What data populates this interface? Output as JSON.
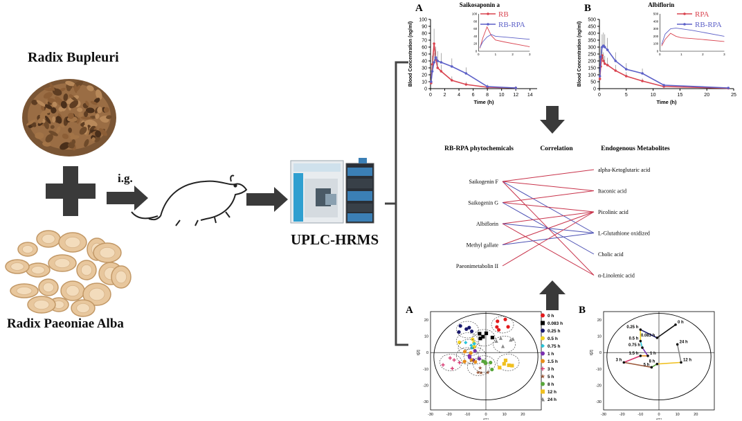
{
  "left": {
    "herb1": "Radix Bupleuri",
    "herb2": "Radix Paeoniae Alba",
    "route": "i.g.",
    "instrument": "UPLC-HRMS"
  },
  "pk": {
    "A": {
      "letter": "A",
      "title": "Saikosaponin a",
      "ylabel": "Blood Concentration (ng/ml)",
      "xlabel": "Time (h)",
      "legend": [
        "RB",
        "RB-RPA"
      ],
      "colors": [
        "#d9434f",
        "#5b5fc7"
      ],
      "xticks": [
        "0",
        "2",
        "4",
        "6",
        "8",
        "10",
        "12",
        "14"
      ],
      "yticks": [
        "0",
        "10",
        "20",
        "30",
        "40",
        "50",
        "60",
        "70",
        "80",
        "90",
        "100"
      ],
      "xlim": [
        0,
        15
      ],
      "ylim": [
        0,
        100
      ],
      "series": [
        {
          "name": "RB",
          "x": [
            0.083,
            0.25,
            0.5,
            0.75,
            1,
            1.5,
            3,
            5,
            8,
            12
          ],
          "y": [
            8,
            35,
            65,
            42,
            30,
            25,
            12,
            6,
            2,
            1
          ]
        },
        {
          "name": "RB-RPA",
          "x": [
            0.083,
            0.25,
            0.5,
            0.75,
            1,
            1.5,
            3,
            5,
            8,
            12
          ],
          "y": [
            10,
            25,
            38,
            45,
            40,
            38,
            32,
            22,
            3,
            1
          ]
        }
      ],
      "inset_ylabel": "Blood Concentration (ng/ml)",
      "inset_xlabel": "Time (h)",
      "inset_xticks": [
        "0",
        "1",
        "2",
        "3"
      ],
      "inset_yticks": [
        "0",
        "20",
        "40",
        "60",
        "80",
        "100"
      ]
    },
    "B": {
      "letter": "B",
      "title": "Albiflorin",
      "ylabel": "Blood Concentration (ng/ml)",
      "xlabel": "Time (h)",
      "legend": [
        "RPA",
        "RB-RPA"
      ],
      "colors": [
        "#d9434f",
        "#5b5fc7"
      ],
      "xticks": [
        "0",
        "5",
        "10",
        "15",
        "20",
        "25"
      ],
      "yticks": [
        "0",
        "50",
        "100",
        "150",
        "200",
        "250",
        "300",
        "350",
        "400",
        "450",
        "500"
      ],
      "xlim": [
        0,
        25
      ],
      "ylim": [
        0,
        500
      ],
      "series": [
        {
          "name": "RPA",
          "x": [
            0.083,
            0.25,
            0.5,
            0.75,
            1,
            1.5,
            3,
            5,
            8,
            12,
            24
          ],
          "y": [
            70,
            160,
            240,
            200,
            180,
            170,
            130,
            90,
            55,
            15,
            3
          ]
        },
        {
          "name": "RB-RPA",
          "x": [
            0.083,
            0.25,
            0.5,
            0.75,
            1,
            1.5,
            3,
            5,
            8,
            12,
            24
          ],
          "y": [
            90,
            230,
            300,
            310,
            300,
            280,
            200,
            140,
            110,
            25,
            5
          ]
        }
      ],
      "inset_xticks": [
        "0",
        "1",
        "2",
        "3"
      ],
      "inset_yticks": [
        "0",
        "100",
        "200",
        "300",
        "400",
        "500"
      ]
    }
  },
  "correlation": {
    "col1": "RB-RPA phytochemicals",
    "col2": "Correlation",
    "col3": "Endogenous Metabolites",
    "left_nodes": [
      "Saikogenin F",
      "Saikogenin G",
      "Albiflorin",
      "Methyl gallate",
      "Paeonimetabolin II"
    ],
    "right_nodes": [
      "alpha-Ketoglutaric acid",
      "Itaconic acid",
      "Picolinic acid",
      "L-Glutathione oxidized",
      "Cholic acid",
      "α-Linolenic acid"
    ],
    "links": [
      {
        "from": 0,
        "to": 0,
        "color": "#c8324a"
      },
      {
        "from": 0,
        "to": 1,
        "color": "#c8324a"
      },
      {
        "from": 0,
        "to": 3,
        "color": "#4a4fb3"
      },
      {
        "from": 0,
        "to": 5,
        "color": "#c8324a"
      },
      {
        "from": 1,
        "to": 1,
        "color": "#c8324a"
      },
      {
        "from": 1,
        "to": 2,
        "color": "#c8324a"
      },
      {
        "from": 1,
        "to": 4,
        "color": "#4a4fb3"
      },
      {
        "from": 2,
        "to": 2,
        "color": "#c8324a"
      },
      {
        "from": 2,
        "to": 3,
        "color": "#4a4fb3"
      },
      {
        "from": 2,
        "to": 5,
        "color": "#c8324a"
      },
      {
        "from": 3,
        "to": 2,
        "color": "#c8324a"
      },
      {
        "from": 3,
        "to": 3,
        "color": "#4a4fb3"
      },
      {
        "from": 4,
        "to": 2,
        "color": "#c8324a"
      }
    ]
  },
  "pca": {
    "A_letter": "A",
    "B_letter": "B",
    "xlabel": "t[1]",
    "ylabel": "t[2]",
    "xticks": [
      "-30",
      "-20",
      "-10",
      "0",
      "10",
      "20"
    ],
    "yticks": [
      "20",
      "10",
      "0",
      "-10",
      "-20",
      "-30"
    ],
    "legend": [
      {
        "label": "0 h",
        "color": "#e31a1c",
        "shape": "circle"
      },
      {
        "label": "0.083 h",
        "color": "#000000",
        "shape": "square"
      },
      {
        "label": "0.25 h",
        "color": "#1a1a6e",
        "shape": "circle"
      },
      {
        "label": "0.5 h",
        "color": "#f2d321",
        "shape": "circle"
      },
      {
        "label": "0.75 h",
        "color": "#29c4d9",
        "shape": "diamond"
      },
      {
        "label": "1 h",
        "color": "#7b2fb0",
        "shape": "circle"
      },
      {
        "label": "1.5 h",
        "color": "#e88e1a",
        "shape": "circle"
      },
      {
        "label": "3 h",
        "color": "#d6306b",
        "shape": "plus"
      },
      {
        "label": "5 h",
        "color": "#9c5a3c",
        "shape": "star"
      },
      {
        "label": "8 h",
        "color": "#58a63a",
        "shape": "circle"
      },
      {
        "label": "12 h",
        "color": "#f0c020",
        "shape": "square"
      },
      {
        "label": "24 h",
        "color": "#8a8a8a",
        "shape": "triangle"
      }
    ],
    "trajectory": [
      {
        "label": "0 h",
        "x": 9,
        "y": 17,
        "color": "#e31a1c"
      },
      {
        "label": "0.083 h",
        "x": -1,
        "y": 9,
        "color": "#111111"
      },
      {
        "label": "0.25 h",
        "x": -10,
        "y": 14,
        "color": "#1a1a6e"
      },
      {
        "label": "0.5 h",
        "x": -10,
        "y": 7,
        "color": "#f2d321"
      },
      {
        "label": "0.75 h",
        "x": -9,
        "y": 3,
        "color": "#29c4d9"
      },
      {
        "label": "1 h",
        "x": -6,
        "y": -2,
        "color": "#7b2fb0"
      },
      {
        "label": "1.5 h",
        "x": -10,
        "y": -2,
        "color": "#e88e1a"
      },
      {
        "label": "3 h",
        "x": -19,
        "y": -6,
        "color": "#d6306b"
      },
      {
        "label": "5 h",
        "x": -4,
        "y": -9,
        "color": "#9c5a3c"
      },
      {
        "label": "8 h",
        "x": -1,
        "y": -7,
        "color": "#58a63a"
      },
      {
        "label": "12 h",
        "x": 12,
        "y": -6,
        "color": "#f0c020"
      },
      {
        "label": "24 h",
        "x": 10,
        "y": 5,
        "color": "#888888"
      }
    ]
  }
}
